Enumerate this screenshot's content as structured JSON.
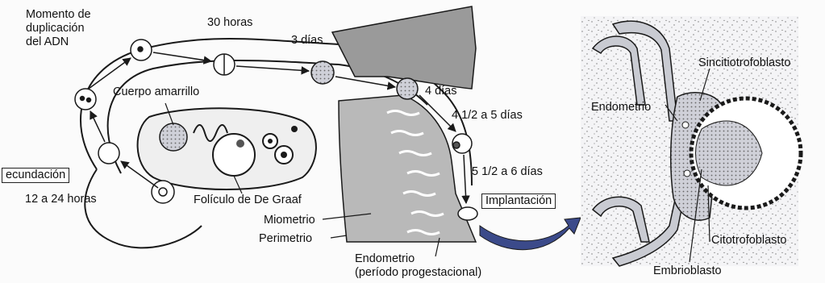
{
  "left_panel": {
    "momento_line1": "Momento de",
    "momento_line2": "duplicación",
    "momento_line3": "del ADN",
    "treinta_horas": "30 horas",
    "tres_dias": "3 días",
    "cuatro_dias": "4 días",
    "cuatro_medio_dias": "4 1/2 a 5 días",
    "cinco_medio_dias": "5 1/2 a 6 días",
    "cuerpo_amarillo": "Cuerpo amarrillo",
    "fecundacion": "ecundación",
    "doce_horas": "12 a 24 horas",
    "foliculo": "Folículo de De Graaf",
    "miometrio": "Miometrio",
    "perimetrio": "Perimetrio",
    "endometrio_line1": "Endometrio",
    "endometrio_line2": "(período progestacional)",
    "implantacion": "Implantación"
  },
  "right_panel": {
    "endometrio": "Endometrio",
    "sincitiotrofoblasto": "Sincitiotrofoblasto",
    "citotrofoblasto": "Citotrofoblasto",
    "embrioblasto": "Embrioblasto"
  },
  "colors": {
    "line": "#1a1a1a",
    "stipple_fill": "#d9dbe0",
    "uterus_fill": "#9a9a9a",
    "arrow_fill": "#3b4a8a"
  }
}
